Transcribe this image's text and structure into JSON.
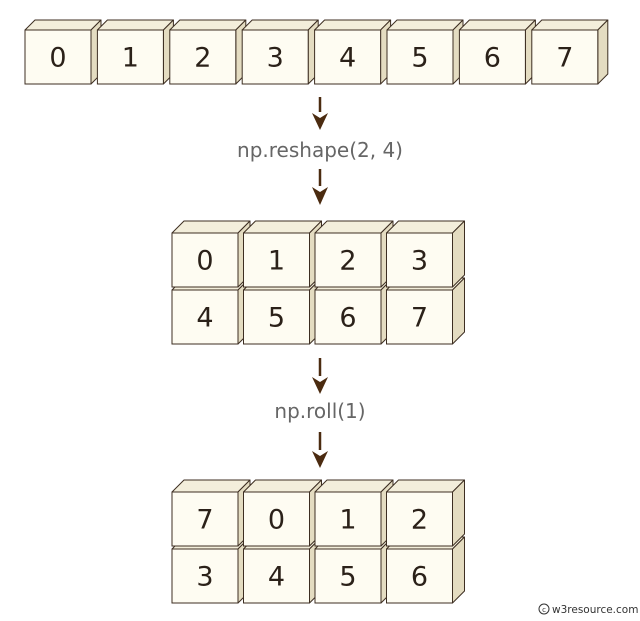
{
  "colors": {
    "cube_front": "#fefcf2",
    "cube_top": "#f3eedb",
    "cube_side": "#e4dcc1",
    "cube_stroke": "#3d2e22",
    "arrow": "#4b2b10",
    "number": "#2b2119",
    "op_label": "#666666"
  },
  "input_array": [
    "0",
    "1",
    "2",
    "3",
    "4",
    "5",
    "6",
    "7"
  ],
  "step1": {
    "operation": "np.reshape(2, 4)",
    "result": [
      [
        "0",
        "1",
        "2",
        "3"
      ],
      [
        "4",
        "5",
        "6",
        "7"
      ]
    ]
  },
  "step2": {
    "operation": "np.roll(1)",
    "result": [
      [
        "7",
        "0",
        "1",
        "2"
      ],
      [
        "3",
        "4",
        "5",
        "6"
      ]
    ]
  },
  "footer": {
    "icon": "copyright-icon",
    "text": "w3resource.com"
  }
}
